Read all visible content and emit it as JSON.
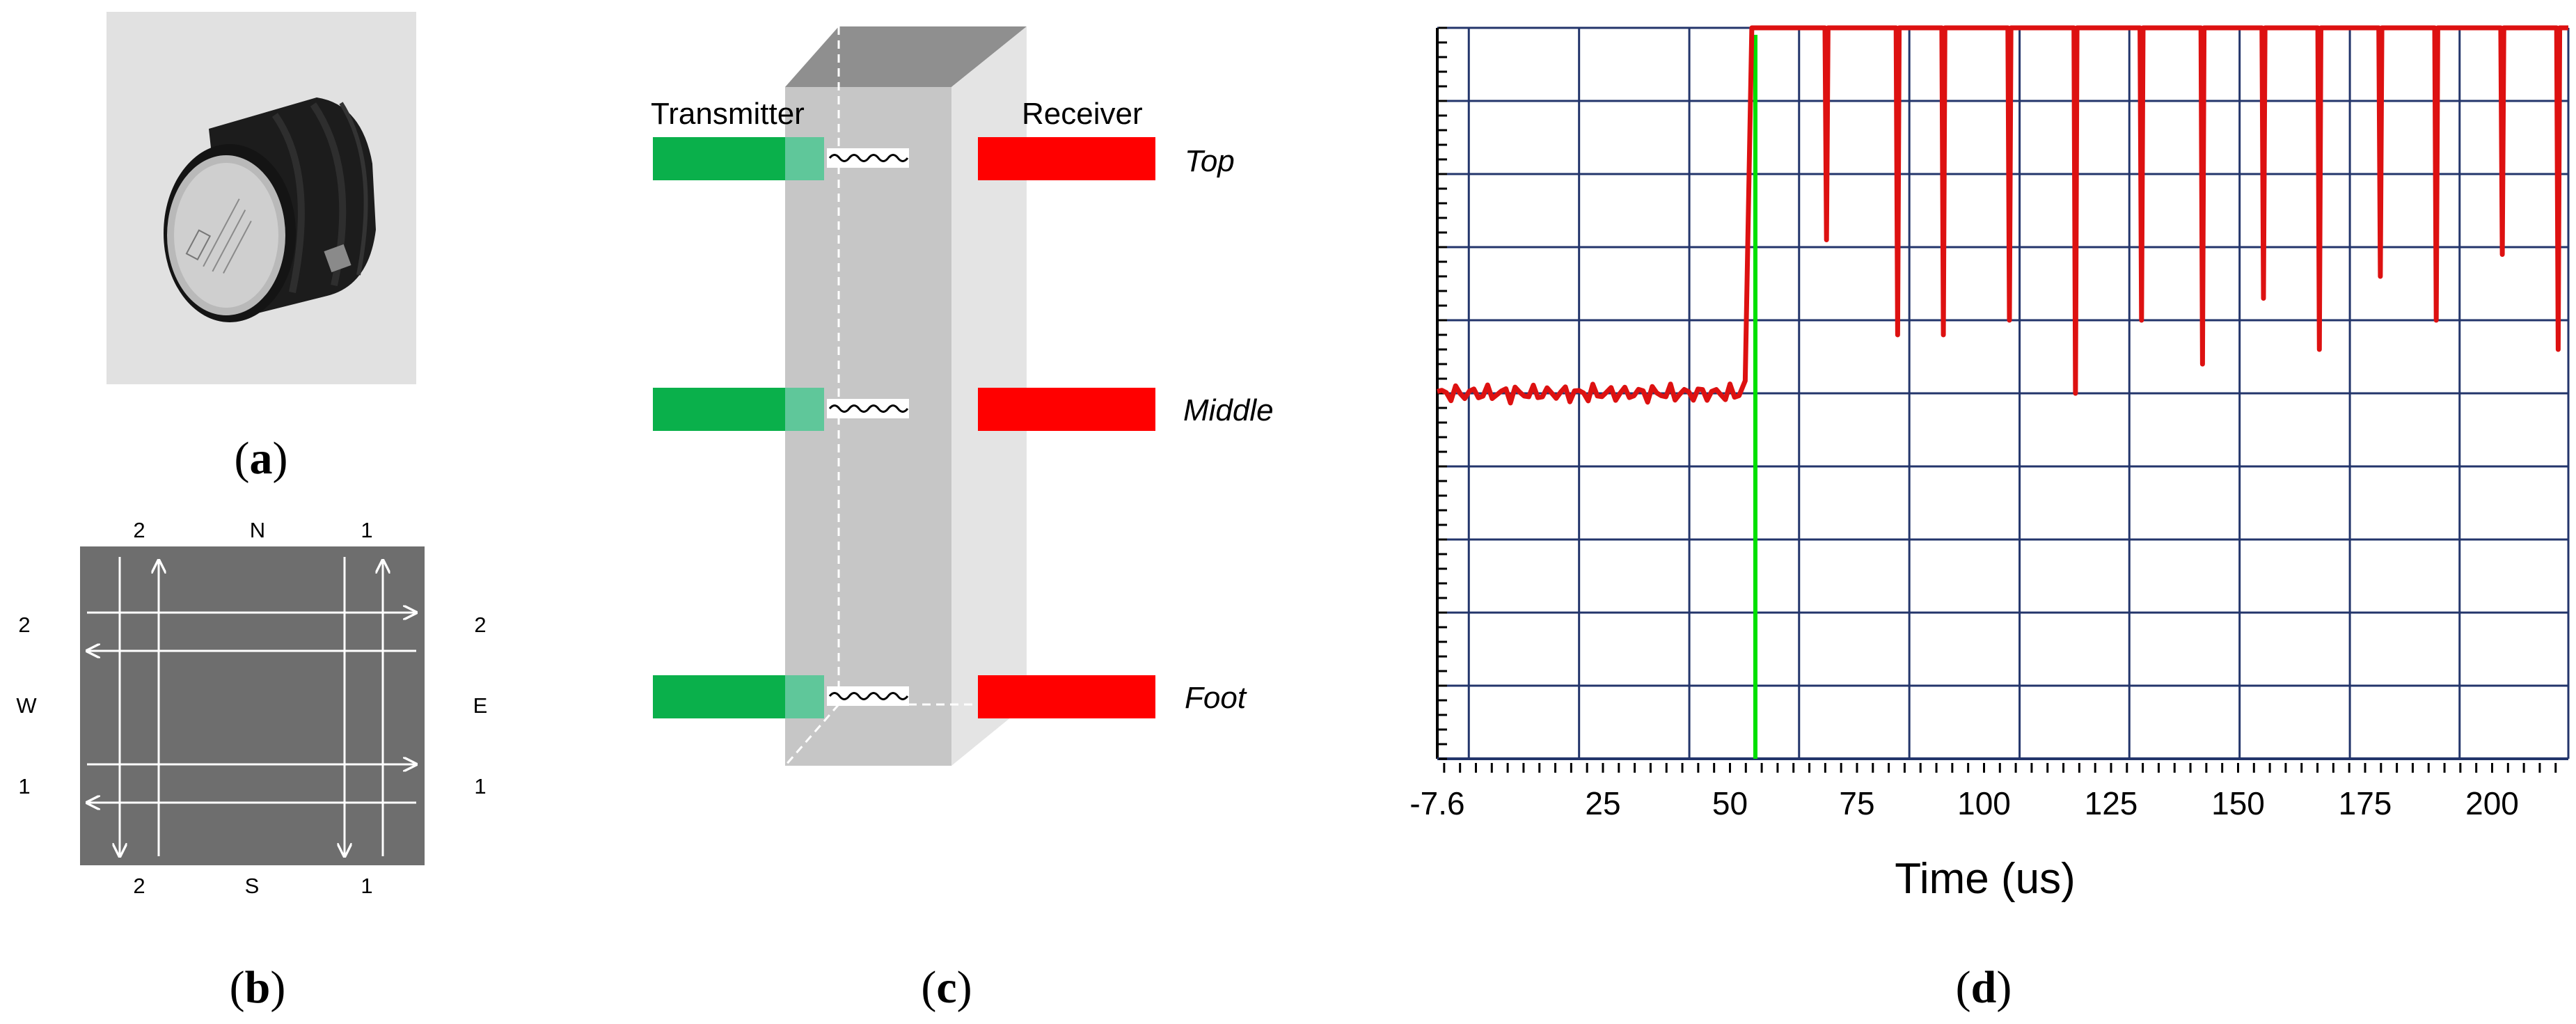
{
  "captions": {
    "a": "a",
    "b": "b",
    "c": "c",
    "d": "d"
  },
  "panel_b": {
    "north": "N",
    "south": "S",
    "west": "W",
    "east": "E",
    "top_left": "2",
    "top_right": "1",
    "bottom_left": "2",
    "bottom_right": "1",
    "left_upper": "2",
    "left_lower": "1",
    "right_upper": "2",
    "right_lower": "1"
  },
  "panel_c": {
    "transmitter": "Transmitter",
    "receiver": "Receiver",
    "positions": [
      "Top",
      "Middle",
      "Foot"
    ],
    "colors": {
      "transmitter": "#0ab04b",
      "receiver": "#ff0000",
      "column": "#c8c8c8"
    }
  },
  "chart_data": {
    "type": "line",
    "xlabel": "Time (us)",
    "x_ticks": [
      "-7.6",
      "25",
      "50",
      "75",
      "100",
      "125",
      "150",
      "175",
      "200"
    ],
    "x_tick_values": [
      -7.6,
      25,
      50,
      75,
      100,
      125,
      150,
      175,
      200
    ],
    "xlim": [
      -7.6,
      215
    ],
    "ylim": [
      0,
      10
    ],
    "grid": true,
    "trigger_marker": {
      "x": 55,
      "color": "#00e000"
    },
    "signal": {
      "color": "#dd1111",
      "baseline_level": 5,
      "rise_x": 53.5,
      "high_level": 10,
      "dips": [
        {
          "x": 69,
          "level": 7.1
        },
        {
          "x": 83,
          "level": 5.8
        },
        {
          "x": 92,
          "level": 5.8
        },
        {
          "x": 105,
          "level": 6.0
        },
        {
          "x": 118,
          "level": 5.0
        },
        {
          "x": 131,
          "level": 6.0
        },
        {
          "x": 143,
          "level": 5.4
        },
        {
          "x": 155,
          "level": 6.3
        },
        {
          "x": 166,
          "level": 5.6
        },
        {
          "x": 178,
          "level": 6.6
        },
        {
          "x": 189,
          "level": 6.0
        },
        {
          "x": 202,
          "level": 6.9
        },
        {
          "x": 213,
          "level": 5.6
        }
      ]
    }
  }
}
